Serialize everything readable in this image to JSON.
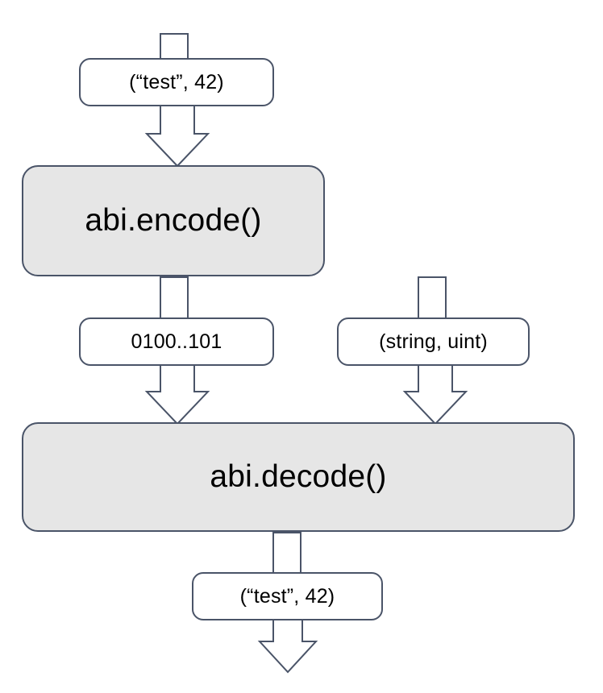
{
  "diagram": {
    "title": "abi encode decode flow",
    "colors": {
      "stroke": "#4a5468",
      "process_fill": "#e6e6e6",
      "label_fill": "#ffffff",
      "background": "#ffffff",
      "text": "#000000"
    },
    "nodes": {
      "input_tuple": {
        "label": "(“test”, 42)"
      },
      "encode": {
        "label": "abi.encode()"
      },
      "encoded_bytes": {
        "label": "0100..101"
      },
      "types_tuple": {
        "label": "(string, uint)"
      },
      "decode": {
        "label": "abi.decode()"
      },
      "output_tuple": {
        "label": "(“test”, 42)"
      }
    },
    "connectors": {
      "stub_into_input": {
        "name": "input-stub-arrow"
      },
      "input_to_encode": {
        "name": "input-to-encode-arrow"
      },
      "stub_into_bytes": {
        "name": "bytes-stub-arrow"
      },
      "stub_into_types": {
        "name": "types-stub-arrow"
      },
      "bytes_to_decode": {
        "name": "bytes-to-decode-arrow"
      },
      "types_to_decode": {
        "name": "types-to-decode-arrow"
      },
      "decode_to_output": {
        "name": "decode-to-output-stub"
      },
      "output_down": {
        "name": "output-down-arrow"
      }
    }
  }
}
